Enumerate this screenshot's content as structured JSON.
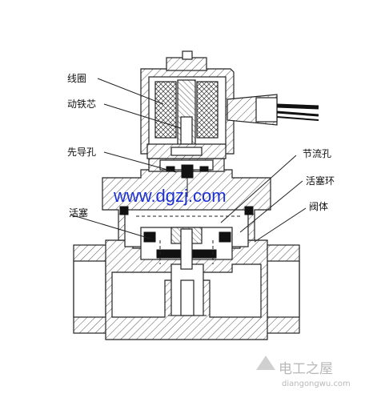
{
  "labels": {
    "coil": "线圈",
    "moving_core": "动铁芯",
    "pilot_hole": "先导孔",
    "throttle_hole": "节流孔",
    "piston_ring": "活塞环",
    "piston": "活塞",
    "valve_body": "阀体"
  },
  "watermark": "www.dgzj.com",
  "site": {
    "name": "电工之屋",
    "url": "diangongwu.com"
  },
  "colors": {
    "watermark": "#1a2fd6",
    "site": "#b8b8b8",
    "line": "#222222"
  }
}
